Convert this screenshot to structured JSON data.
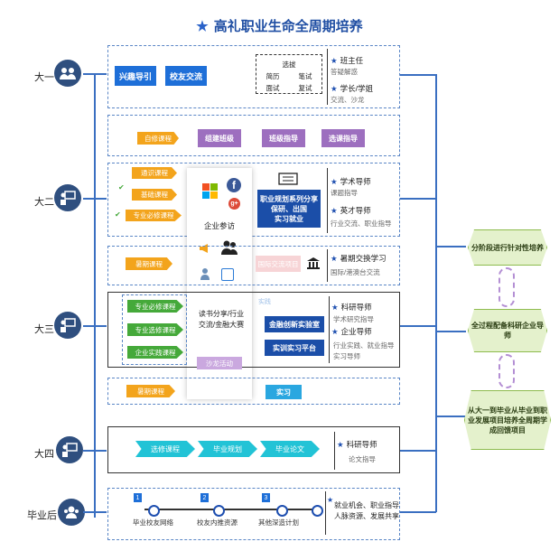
{
  "title": "高礼职业生命全周期培养",
  "years": {
    "y1": "大一",
    "y2": "大二",
    "y3": "大三",
    "y4": "大四",
    "after": "毕业后"
  },
  "row1": {
    "btn1": "兴趣导引",
    "btn2": "校友交流",
    "skills_title": "选拔",
    "skills": [
      "简历",
      "笔试",
      "面试",
      "复试"
    ],
    "mentor1": "班主任",
    "mentor1_sub": "答疑解惑",
    "mentor2": "学长/学姐",
    "mentor2_sub": "交流、沙龙"
  },
  "row2": {
    "self_course": "自修课程",
    "purple1": "组建班级",
    "purple2": "班级指导",
    "purple3": "选课指导"
  },
  "row3": {
    "tags": [
      "通识课程",
      "基础课程",
      "专业必修课程"
    ],
    "company_visit": "企业参访",
    "series_line1": "职业规划系列分享",
    "series_line2": "保研、出国",
    "series_line3": "实习就业",
    "mentor1": "学术导师",
    "mentor1_sub": "课题指导",
    "mentor2": "英才导师",
    "mentor2_sub": "行业交流、职业指导"
  },
  "row4": {
    "summer": "暑期课程",
    "intl": "国际交流项目",
    "mentor": "暑期交换学习",
    "mentor_sub": "国际/港澳台交流"
  },
  "row5": {
    "tags": [
      "专业必修课程",
      "专业选修课程",
      "企业实践课程"
    ],
    "reading_line1": "读书分享/行业",
    "reading_line2": "交流/金融大赛",
    "salon": "沙龙活动",
    "lab_label": "实践",
    "btn1": "金融创新实验室",
    "btn2": "实训实习平台",
    "mentor1": "科研导师",
    "mentor1_sub": "学术研究指导",
    "mentor2": "企业导师",
    "mentor2_sub": "行业实践、就业指导",
    "mentor2_sub2": "实习导师"
  },
  "row6": {
    "summer": "暑期课程",
    "intern": "实习"
  },
  "row7": {
    "steps": [
      "选修课程",
      "毕业规划",
      "毕业论文"
    ],
    "mentor": "科研导师",
    "mentor_sub": "论文指导"
  },
  "row8": {
    "steps": [
      "毕业校友网络",
      "校友内推资源",
      "其他深造计划"
    ],
    "step_nums": [
      "1",
      "2",
      "3"
    ],
    "side_line1": "就业机会、职业指导",
    "side_line2": "人脉资源、发展共享"
  },
  "side": {
    "hex1": "分阶段进行针对性培养",
    "hex2": "全过程配备科研企业导师",
    "hex3": "从大一到毕业从毕业到职业发展项目培养全周期学成回馈项目"
  },
  "colors": {
    "blue": "#1e6fd8",
    "navy": "#1b4ea8",
    "orange": "#f3a41c",
    "green": "#45a93a",
    "purple": "#9d6fbf",
    "cyan": "#22c3d6",
    "hex_fill": "#e4f1cc"
  }
}
